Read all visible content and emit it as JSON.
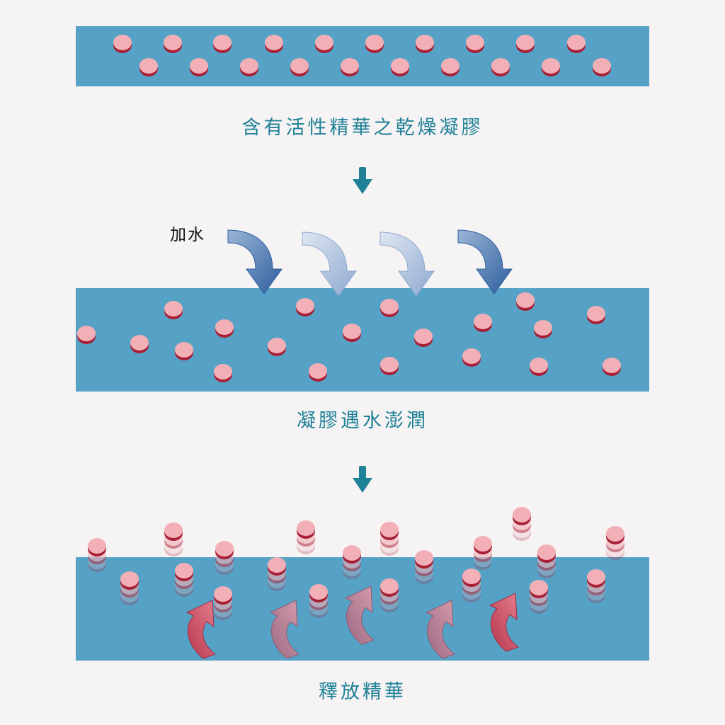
{
  "colors": {
    "background": "#f6f3f4",
    "band": "#56a2c6",
    "bead_top": "#f2b0b6",
    "bead_side": "#a81f36",
    "caption": "#1f8197",
    "step_arrow": "#1f8197",
    "water_arrow": "#3f6ea8",
    "release_arrow": "#c94b66"
  },
  "icons": {
    "step": "down-arrow-icon",
    "water": "curved-water-arrow-icon",
    "release": "curved-up-arrow-icon"
  },
  "stages": [
    {
      "caption": "含有活性精華之乾燥凝膠"
    },
    {
      "caption": "凝膠遇水澎潤",
      "label": "加水"
    },
    {
      "caption": "釋放精華"
    }
  ]
}
